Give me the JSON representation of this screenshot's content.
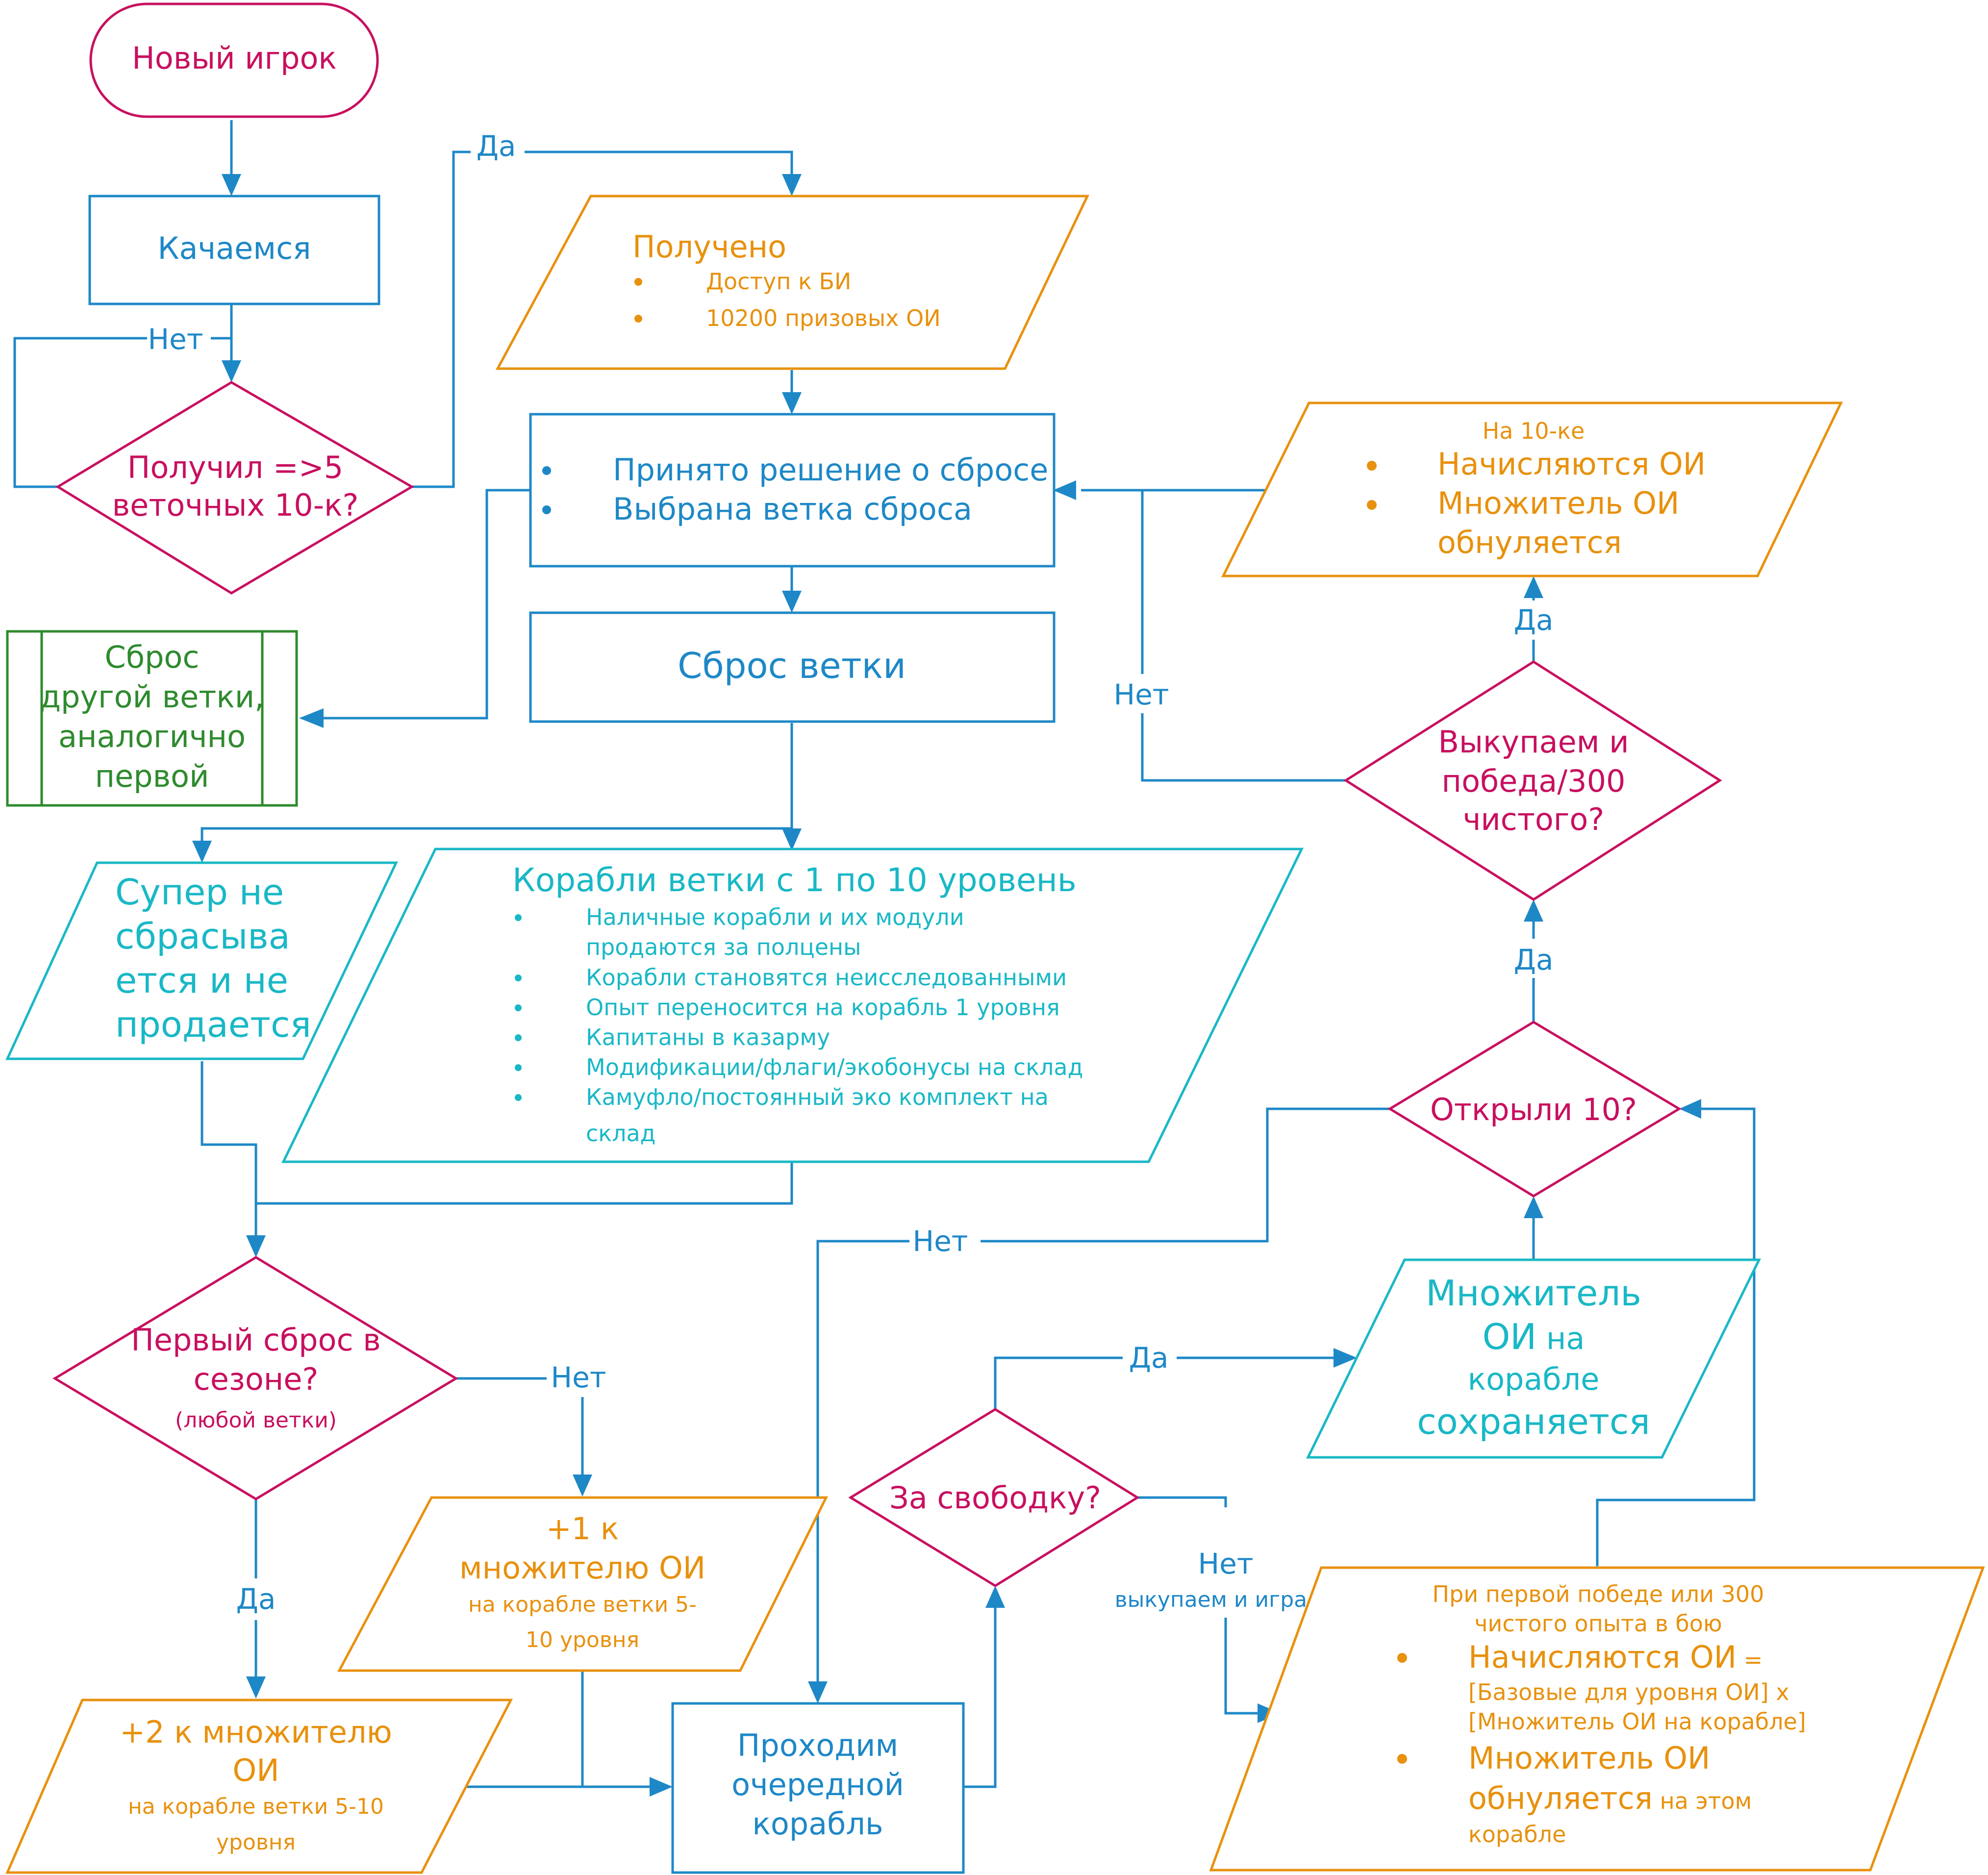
{
  "colors": {
    "connector": "#1e88c7",
    "process": "#1e88c7",
    "decision": "#c8105f",
    "data_orange": "#e8910e",
    "data_cyan": "#19b8c6",
    "subprocess": "#2e8b2e"
  },
  "nodes": {
    "start": {
      "label": "Новый игрок"
    },
    "grind": {
      "label": "Качаемся"
    },
    "got5": {
      "line1": "Получил =>5",
      "line2": "веточных 10-к?"
    },
    "received": {
      "title": "Получено",
      "item1": "Доступ к БИ",
      "item2": "10200 призовых ОИ"
    },
    "decided": {
      "item1": "Принято решение о сбросе",
      "item2": "Выбрана ветка сброса"
    },
    "other_branch": {
      "line1": "Сброс",
      "line2": "другой ветки,",
      "line3": "аналогично",
      "line4": "первой"
    },
    "reset": {
      "label": "Сброс ветки"
    },
    "super": {
      "line1": "Супер не",
      "line2": "сбрасыва",
      "line3": "ется и не",
      "line4": "продается"
    },
    "ships": {
      "title": "Корабли ветки с 1 по 10 уровень",
      "item1a": "Наличные корабли и их модули",
      "item1b": "продаются за полцены",
      "item2": "Корабли становятся неисследованными",
      "item3": "Опыт переносится на корабль 1 уровня",
      "item4": "Капитаны в казарму",
      "item5": "Модификации/флаги/экобонусы на склад",
      "item6a": "Камуфло/постоянный эко комплект на",
      "item6b": "склад"
    },
    "first_reset": {
      "line1": "Первый сброс в",
      "line2": "сезоне?",
      "line3": "(любой ветки)"
    },
    "plus2": {
      "line1": "+2 к множителю",
      "line2": "ОИ",
      "line3": "на корабле ветки 5-10",
      "line4": "уровня"
    },
    "plus1": {
      "line1": "+1 к",
      "line2": "множителю ОИ",
      "line3": "на корабле ветки 5-",
      "line4": "10 уровня"
    },
    "next_ship": {
      "line1": "Проходим",
      "line2": "очередной",
      "line3": "корабль"
    },
    "free": {
      "label": "За свободку?"
    },
    "keep_mult": {
      "line1": "Множитель",
      "line2a": "ОИ",
      "line2b": " на",
      "line3": "корабле",
      "line4": "сохраняется"
    },
    "first_win": {
      "h1": "При первой победе или 300",
      "h2": "чистого опыта в бою",
      "b1a": "Начисляются ОИ",
      "b1b": " =",
      "b1c": "[Базовые для уровня ОИ] х",
      "b1d": "[Множитель ОИ на корабле]",
      "b2a": "Множитель ОИ",
      "b2b": "обнуляется",
      "b2c": " на этом",
      "b2d": "корабле"
    },
    "opened10": {
      "label": "Открыли 10?"
    },
    "buyout": {
      "line1": "Выкупаем и",
      "line2": "победа/300",
      "line3": "чистого?"
    },
    "on10": {
      "head": "На 10-ке",
      "b1": "Начисляются ОИ",
      "b2": "Множитель ОИ",
      "b3": "обнуляется"
    }
  },
  "edge_labels": {
    "no_grind": "Нет",
    "yes_received": "Да",
    "yes_first": "Да",
    "no_first": "Нет",
    "no_opened": "Нет",
    "yes_free": "Да",
    "no_free": "Нет",
    "no_free_sub": "выкупаем и играем",
    "yes_opened": "Да",
    "yes_buyout": "Да",
    "no_buyout": "Нет"
  }
}
